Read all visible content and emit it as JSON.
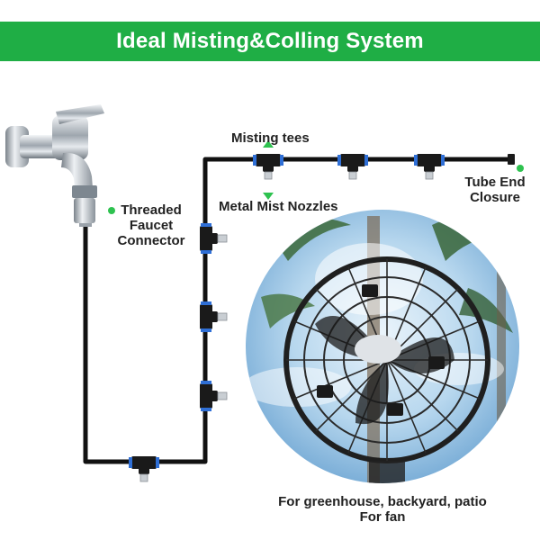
{
  "header": {
    "title": "Ideal Misting&Colling System"
  },
  "labels": {
    "misting_tees": "Misting tees",
    "metal_mist_nozzles": "Metal Mist Nozzles",
    "threaded_faucet_connector": [
      "Threaded",
      "Faucet",
      "Connector"
    ],
    "tube_end_closure": [
      "Tube End",
      "Closure"
    ],
    "usage_line1": "For greenhouse, backyard, patio",
    "usage_line2": "For fan"
  },
  "colors": {
    "banner": "#1fae45",
    "marker": "#2ec24f",
    "tube": "#111111",
    "ring": "#2f6fd6"
  }
}
